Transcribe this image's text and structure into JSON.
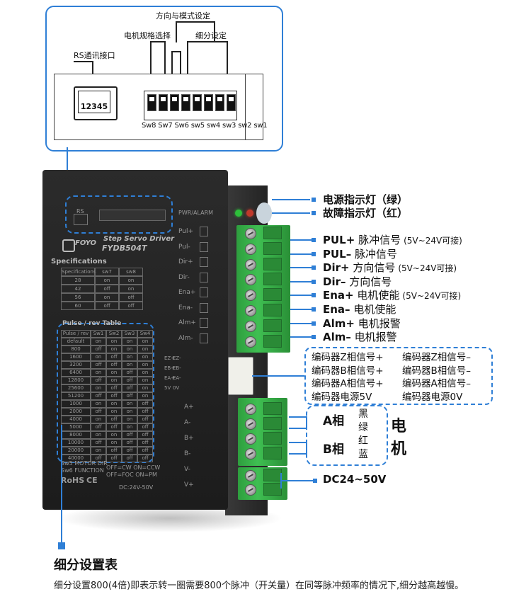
{
  "top_panel": {
    "title_direction_mode": "方向与模式设定",
    "label_motor_spec": "电机规格选择",
    "label_microstep": "细分设定",
    "label_rs_port": "RS通讯接口",
    "rj_pins": "12345",
    "dip_labels": "Sw8 Sw7 Sw6 sw5 sw4 sw3 sw2 sw1"
  },
  "device": {
    "brand": "FOYO",
    "model_line": "Step Servo Driver",
    "model": "FYDB504T",
    "rs_label": "RS",
    "pwr_alarm": "PWR/ALARM",
    "spec_heading": "Specifications",
    "spec_table": {
      "headers": [
        "Specifications",
        "sw7",
        "sw8"
      ],
      "rows": [
        [
          "28",
          "on",
          "on"
        ],
        [
          "42",
          "off",
          "on"
        ],
        [
          "56",
          "on",
          "off"
        ],
        [
          "60",
          "off",
          "off"
        ]
      ]
    },
    "pulse_heading": "Pulse / rev Table",
    "pulse_table": {
      "headers": [
        "Pulse / rev",
        "Sw1",
        "Sw2",
        "Sw3",
        "Sw4"
      ],
      "rows": [
        [
          "default",
          "on",
          "on",
          "on",
          "on"
        ],
        [
          "800",
          "off",
          "on",
          "on",
          "on"
        ],
        [
          "1600",
          "on",
          "off",
          "on",
          "on"
        ],
        [
          "3200",
          "off",
          "off",
          "on",
          "on"
        ],
        [
          "6400",
          "on",
          "on",
          "off",
          "on"
        ],
        [
          "12800",
          "off",
          "on",
          "off",
          "on"
        ],
        [
          "25600",
          "on",
          "off",
          "off",
          "on"
        ],
        [
          "51200",
          "off",
          "off",
          "off",
          "on"
        ],
        [
          "1000",
          "on",
          "on",
          "on",
          "off"
        ],
        [
          "2000",
          "off",
          "on",
          "on",
          "off"
        ],
        [
          "4000",
          "on",
          "off",
          "on",
          "off"
        ],
        [
          "5000",
          "off",
          "off",
          "on",
          "off"
        ],
        [
          "8000",
          "on",
          "on",
          "off",
          "off"
        ],
        [
          "10000",
          "off",
          "on",
          "off",
          "off"
        ],
        [
          "20000",
          "on",
          "off",
          "off",
          "off"
        ],
        [
          "40000",
          "off",
          "off",
          "off",
          "off"
        ]
      ]
    },
    "sw_motor_dir": "Sw5 MOTOR DIR",
    "sw_function": "Sw6 FUNCTION",
    "dir_modes": "OFF=CW  ON=CCW",
    "func_modes": "OFF=FOC  ON=PM",
    "rohs": "RoHS",
    "ce": "CE",
    "voltage": "DC:24V-50V",
    "side_labels": [
      "Pul+",
      "Pul-",
      "Dir+",
      "Dir-",
      "Ena+",
      "Ena-",
      "Alm+",
      "Alm-"
    ],
    "encoder_labels": [
      "EZ+",
      "EZ-",
      "EB+",
      "EB-",
      "EA+",
      "EA-",
      "5V",
      "0V"
    ],
    "motor_labels": [
      "A+",
      "A-",
      "B+",
      "B-",
      "V-",
      "V+"
    ]
  },
  "annotations": {
    "power_led": "电源指示灯（绿）",
    "fault_led": "故障指示灯（红）",
    "signals": [
      {
        "code": "PUL+",
        "text": "脉冲信号",
        "note": "(5V~24V可接)"
      },
      {
        "code": "PUL–",
        "text": "脉冲信号",
        "note": ""
      },
      {
        "code": "Dir+",
        "text": "方向信号",
        "note": "(5V~24V可接)"
      },
      {
        "code": "Dir–",
        "text": "方向信号",
        "note": ""
      },
      {
        "code": "Ena+",
        "text": "电机使能",
        "note": "(5V~24V可接)"
      },
      {
        "code": "Ena–",
        "text": "电机使能",
        "note": ""
      },
      {
        "code": "Alm+",
        "text": "电机报警",
        "note": ""
      },
      {
        "code": "Alm–",
        "text": "电机报警",
        "note": ""
      }
    ],
    "encoder": [
      [
        "编码器Z相信号+",
        "编码器Z相信号–"
      ],
      [
        "编码器B相信号+",
        "编码器B相信号–"
      ],
      [
        "编码器A相信号+",
        "编码器A相信号–"
      ],
      [
        "编码器电源5V",
        "编码器电源0V"
      ]
    ],
    "phase_a": "A相",
    "phase_b": "B相",
    "wire_colors": [
      "黑",
      "绿",
      "红",
      "蓝"
    ],
    "motor_char_1": "电",
    "motor_char_2": "机",
    "dc_supply": "DC24~50V"
  },
  "footer": {
    "heading": "细分设置表",
    "description": "细分设置800(4倍)即表示转一圈需要800个脉冲（开关量）在同等脉冲频率的情况下,细分越高越慢。"
  },
  "colors": {
    "accent_blue": "#2f7fd6",
    "terminal_green": "#3fbf52",
    "device_black": "#1f1f1f",
    "led_green": "#2dbf3a",
    "led_red": "#c0392b"
  }
}
